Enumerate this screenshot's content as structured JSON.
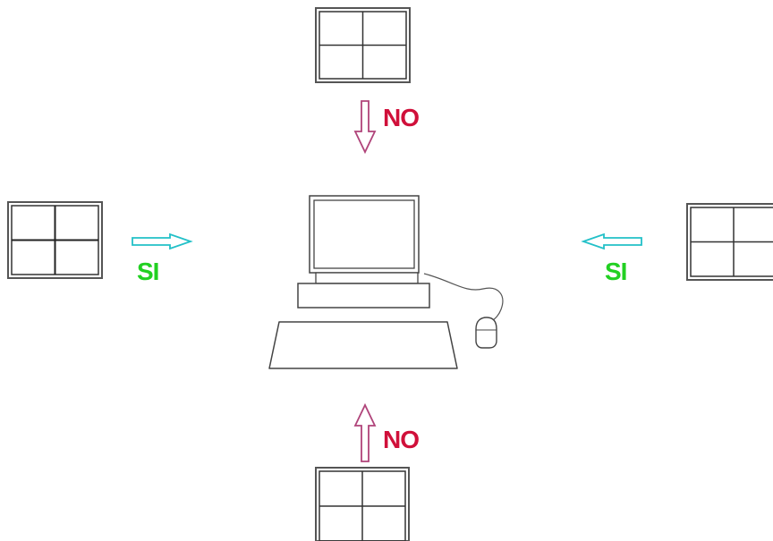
{
  "labels": {
    "top": "NO",
    "bottom": "NO",
    "left": "SI",
    "right": "SI"
  },
  "colors": {
    "no_text": "#d0103a",
    "no_arrow": "#b0447a",
    "si_text": "#22d022",
    "si_arrow": "#22c0c8",
    "line": "#444444",
    "frame": "#555555"
  },
  "icons": {
    "window": "window-icon",
    "computer": "computer-icon",
    "mouse": "mouse-icon",
    "keyboard": "keyboard-icon"
  }
}
